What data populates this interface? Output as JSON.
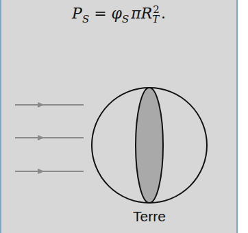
{
  "diagram": {
    "labels": [
      "P",
      "S",
      " = φ",
      "S",
      "πR",
      "T",
      "2",
      ".",
      "Terre"
    ]
  }
}
